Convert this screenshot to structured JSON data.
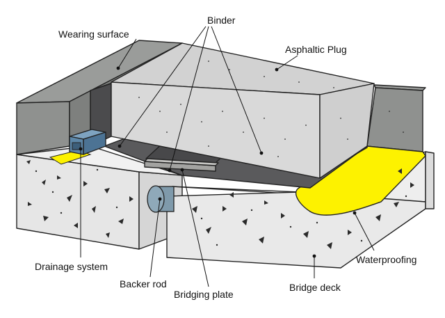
{
  "labels": {
    "wearing_surface": "Wearing surface",
    "binder": "Binder",
    "asphaltic_plug": "Asphaltic Plug",
    "drainage_system": "Drainage system",
    "backer_rod": "Backer rod",
    "bridging_plate": "Bridging plate",
    "bridge_deck": "Bridge deck",
    "waterproofing": "Waterproofing"
  },
  "colors": {
    "wearing_surface": "#8f918f",
    "asphaltic_plug": "#d9d9d9",
    "binder": "#555557",
    "concrete": "#eeeeee",
    "waterproofing": "#fdf200",
    "drainage": "#5d87a8",
    "backer_rod": "#7f9aab",
    "bridging_plate": "#9a9a98"
  }
}
